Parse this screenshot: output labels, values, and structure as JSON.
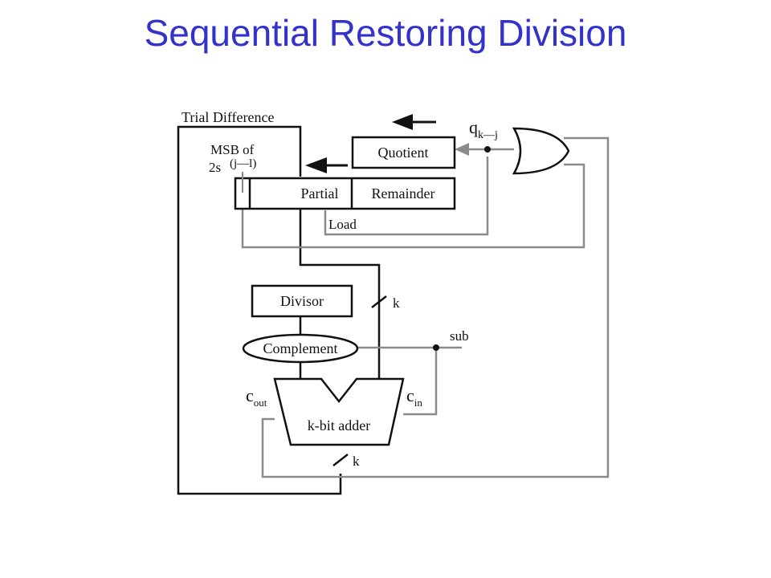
{
  "title": "Sequential Restoring Division",
  "diagram": {
    "trial_difference": "Trial Difference",
    "msb_line1": "MSB of",
    "msb_line2": "2s",
    "msb_index": "(j—l)",
    "quotient": "Quotient",
    "partial": "Partial",
    "remainder": "Remainder",
    "load": "Load",
    "q_symbol": "q",
    "q_subscript": "k—j",
    "divisor": "Divisor",
    "complement": "Complement",
    "sub": "sub",
    "k_label": "k",
    "c_out_main": "c",
    "c_out_sub": "out",
    "c_in_main": "c",
    "c_in_sub": "in",
    "adder": "k-bit adder",
    "k_label_bottom": "k"
  },
  "colors": {
    "title": "#3333cc",
    "line_black": "#111111",
    "line_gray": "#8a8a8a"
  }
}
